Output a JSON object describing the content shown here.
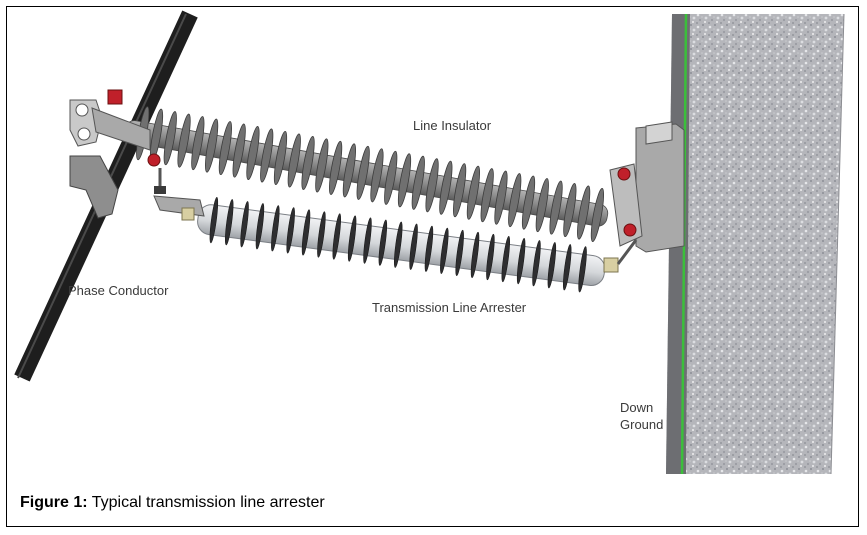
{
  "labels": {
    "line_insulator": "Line Insulator",
    "phase_conductor": "Phase Conductor",
    "transmission_line_arrester": "Transmission Line Arrester",
    "down_ground_1": "Down",
    "down_ground_2": "Ground"
  },
  "caption": {
    "prefix": "Figure 1:",
    "text": " Typical transmission line arrester"
  },
  "colors": {
    "conductor": "#1e1e1e",
    "insulator": "#8a8a8a",
    "arrester": "#d4d7da",
    "pole": "#b9b9bd",
    "ground_wire": "#3bbf3b",
    "hardware_red": "#c0202a"
  }
}
